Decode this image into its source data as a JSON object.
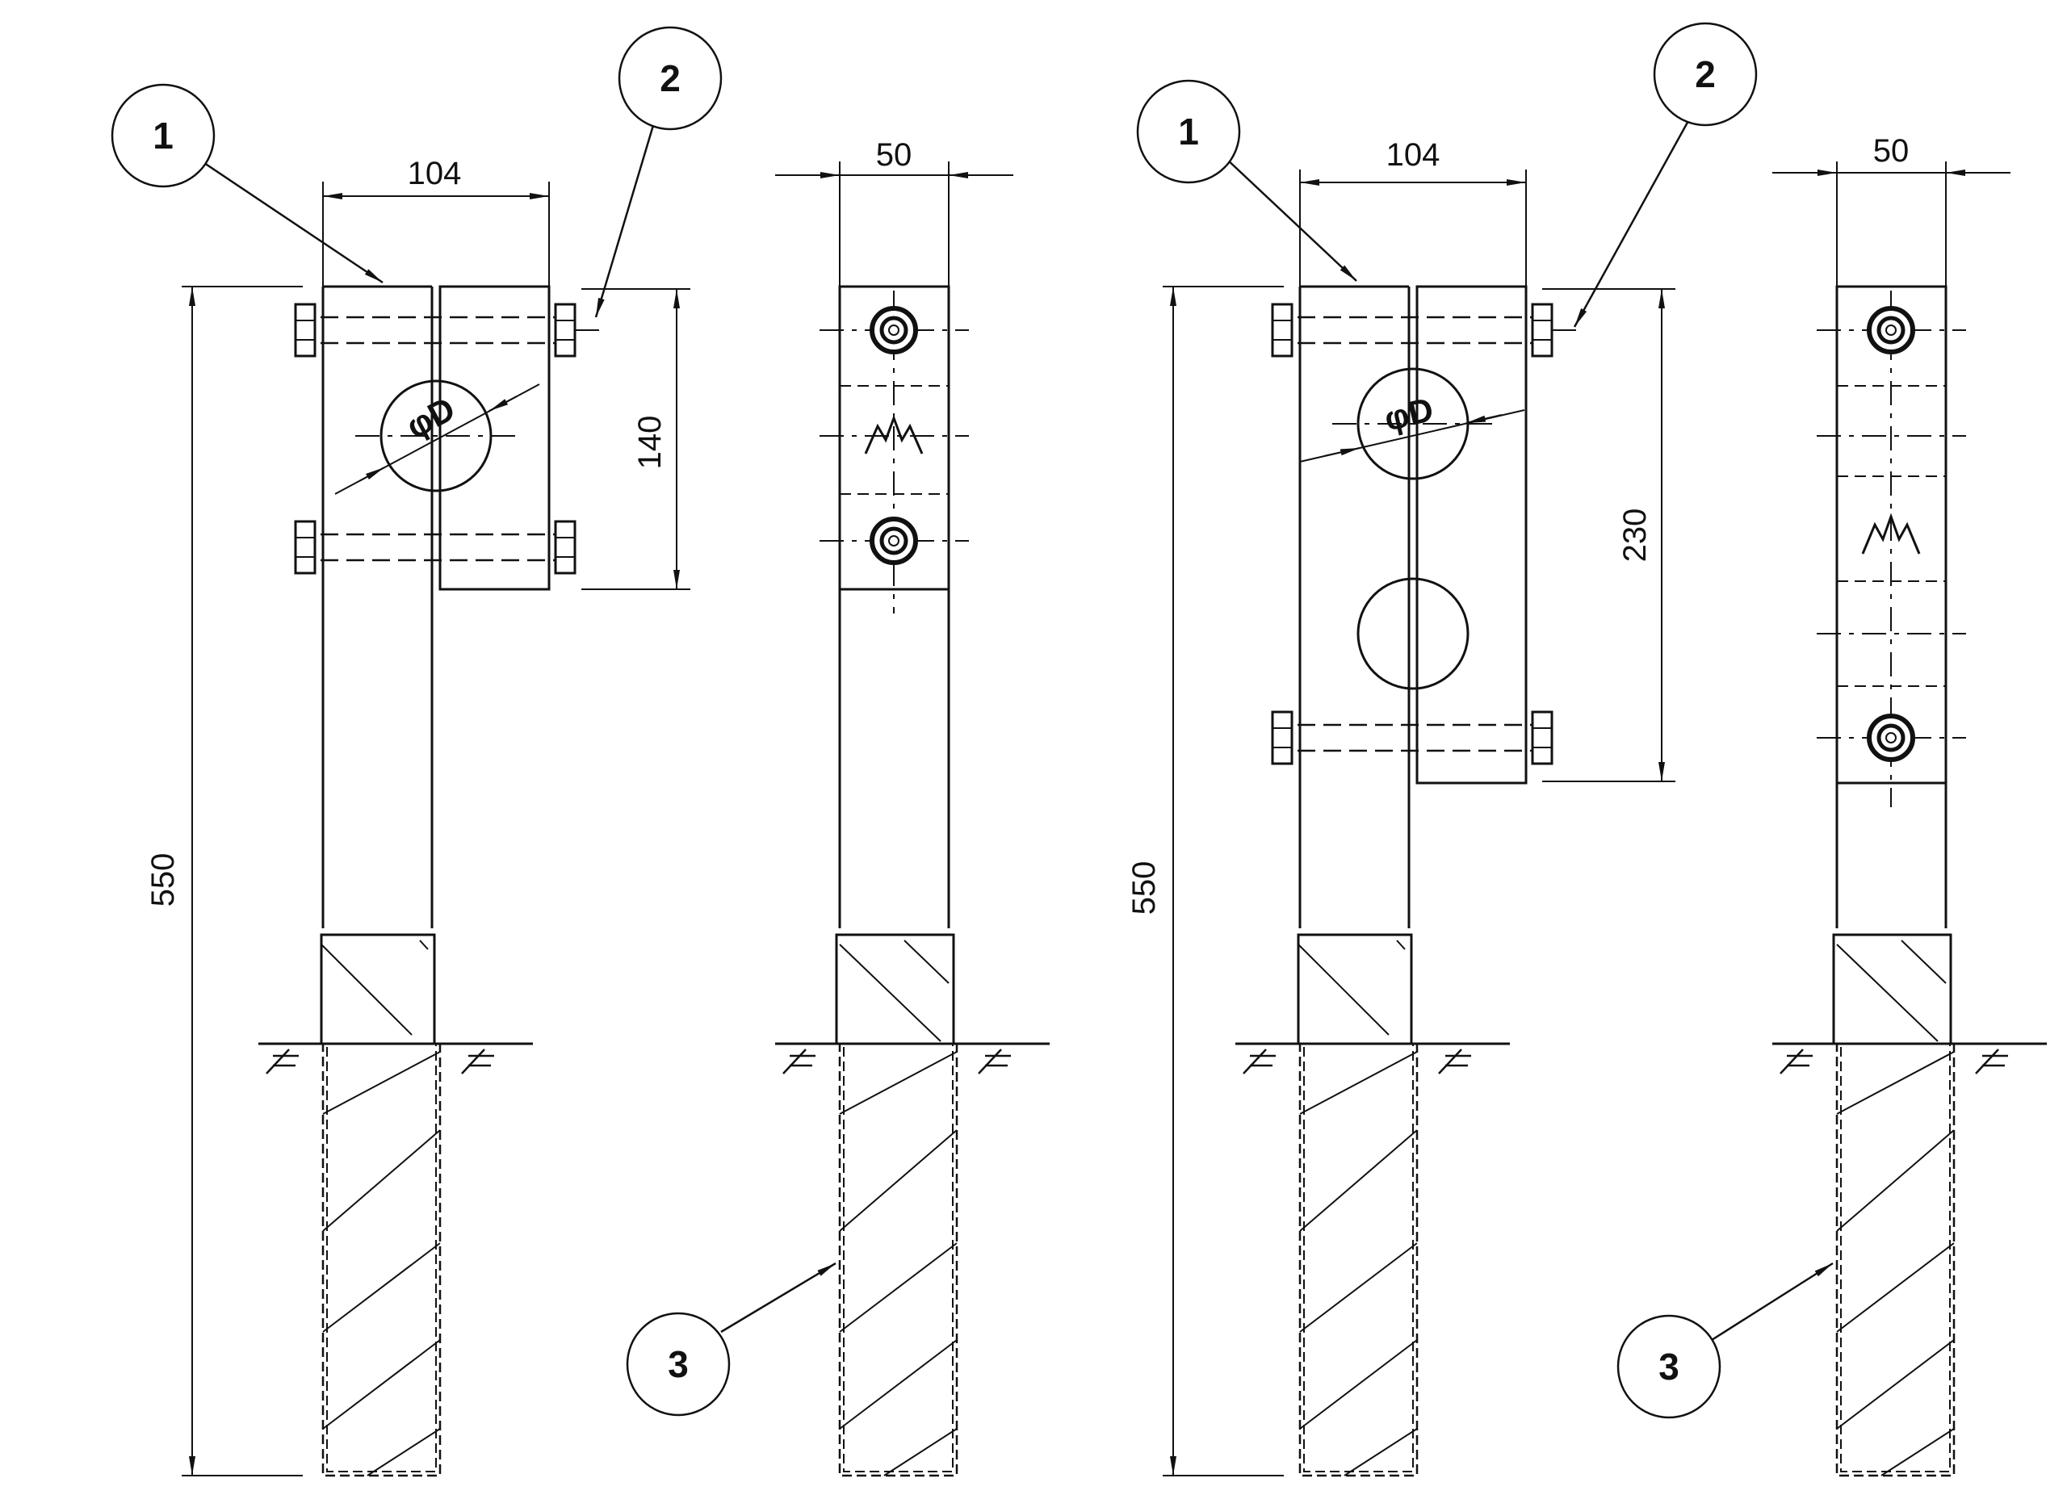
{
  "callouts": {
    "one": "1",
    "two": "2",
    "three": "3"
  },
  "views": [
    {
      "front": {
        "width_label": "104",
        "bolt_spacing_label": "140",
        "overall_height_label": "550",
        "diameter_label": "φD"
      },
      "side": {
        "width_label": "50"
      }
    },
    {
      "front": {
        "width_label": "104",
        "bolt_spacing_label": "230",
        "overall_height_label": "550",
        "diameter_label": "φD"
      },
      "side": {
        "width_label": "50"
      }
    }
  ],
  "colors": {
    "line": "#111111",
    "background": "#ffffff"
  }
}
